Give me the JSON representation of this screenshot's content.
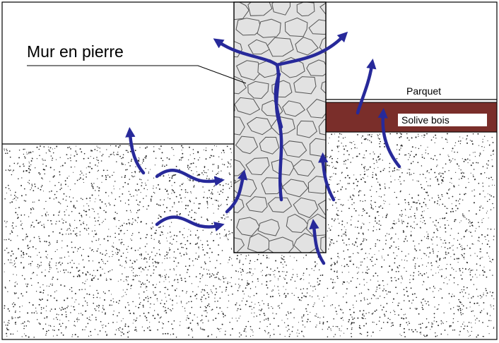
{
  "labels": {
    "wall": "Mur en pierre",
    "floor": "Parquet",
    "joist": "Solive bois"
  },
  "colors": {
    "arrow": "#27299a",
    "joist": "#7a2e2a",
    "stone_fill": "#e2e2e2",
    "stone_stroke": "#555555",
    "soil_dots": "#222222",
    "outline": "#000000"
  },
  "icons": {
    "arrows": "curved-flow-arrow",
    "wall": "stone-masonry-texture",
    "soil": "speckled-soil-texture"
  }
}
